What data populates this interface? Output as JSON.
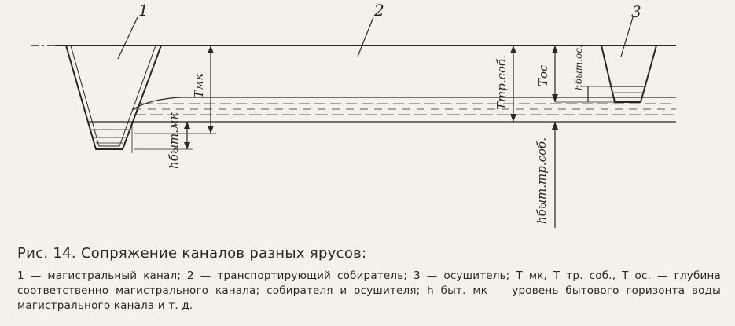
{
  "figure": {
    "labels": {
      "n1": "1",
      "n2": "2",
      "n3": "3",
      "t_mk": "Тмк",
      "t_tr_sob": "Ттр.соб.",
      "t_os": "Тос",
      "h_byt_os": "hбыт.ос.",
      "h_byt_mk": "hбыт.мк",
      "h_byt_tr_sob": "hбыт.тр.соб."
    }
  },
  "caption": {
    "title": "Рис. 14. Сопряжение каналов разных ярусов:",
    "body": "1 — магистральный канал; 2 — транспортирующий собиратель; 3 — осушитель; Т мк, Т тр. соб., Т ос. — глубина соответственно магистрального канала; собирателя и осушителя; h быт. мк — уровень бытового горизонта воды магистрального канала и т. д."
  }
}
